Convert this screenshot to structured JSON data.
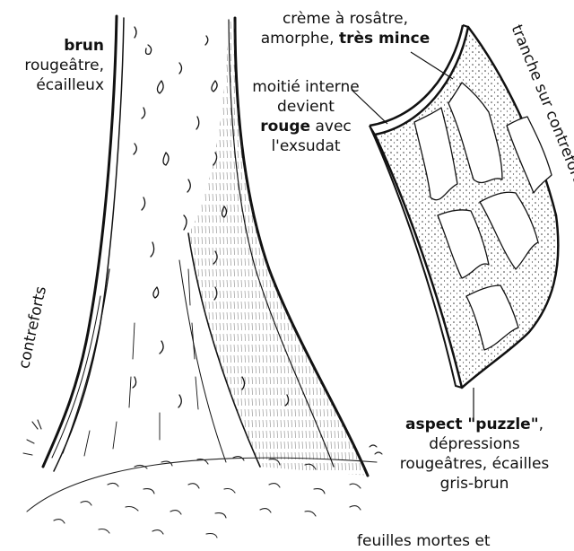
{
  "labels": {
    "bark_outer": [
      "brun",
      "rougeâtre,",
      "écailleux"
    ],
    "cream_line1": "crème à rosâtre,",
    "cream_line2_a": "amorphe, ",
    "cream_line2_b": "très mince",
    "inner_line1": "moitié interne",
    "inner_line2": "devient",
    "inner_line3_a": "rouge",
    "inner_line3_b": " avec",
    "inner_line4": "l'exsudat",
    "slice": "tranche sur contrefort",
    "buttress": "contreforts",
    "puzzle_line1_a": "aspect \"puzzle\"",
    "puzzle_line1_b": ",",
    "puzzle_line2": "dépressions",
    "puzzle_line3": "rougeâtres, écailles",
    "puzzle_line4": "gris-brun",
    "bottom_cut": "feuilles mortes et"
  }
}
